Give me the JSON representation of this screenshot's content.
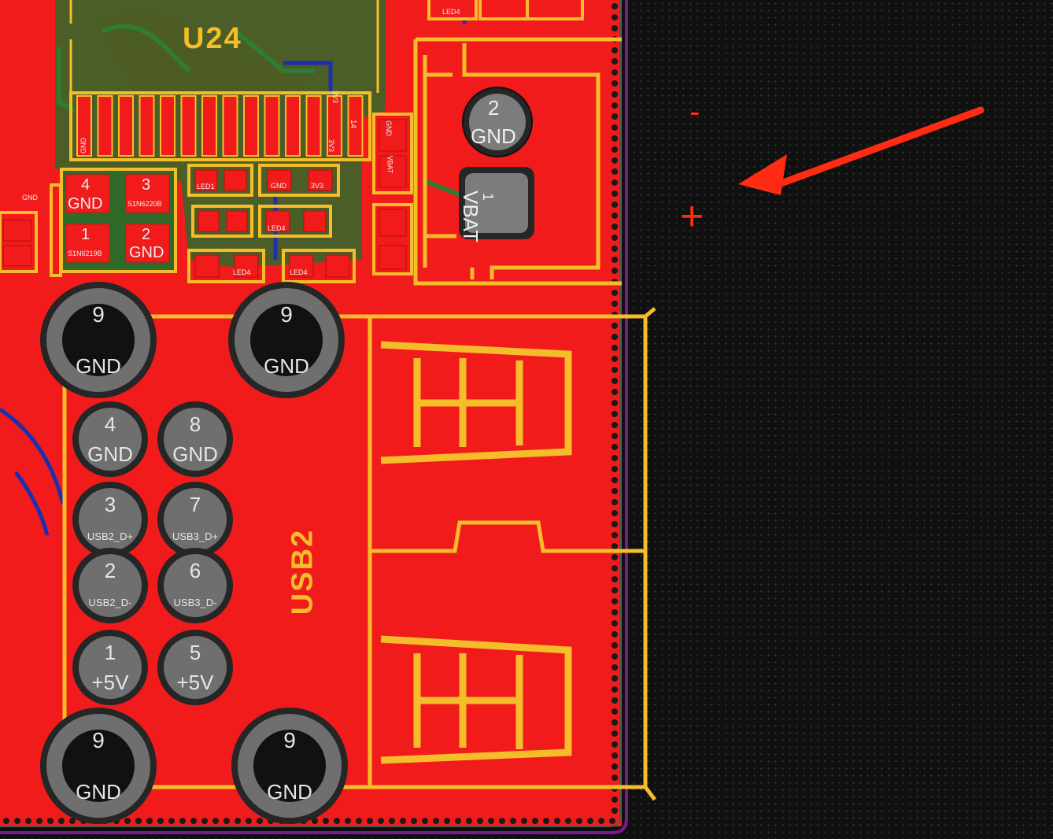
{
  "board": {
    "component_labels": {
      "u24": "U24",
      "usb2": "USB2"
    },
    "battery": {
      "pin2_num": "2",
      "pin2_net": "GND",
      "pin1_net": "VBAT",
      "pin1_num": "1",
      "polarity_minus": "-",
      "polarity_plus": "+"
    },
    "pads_top": [
      {
        "num": "4",
        "net": "GND"
      },
      {
        "num": "3",
        "net": ""
      },
      {
        "num": "1",
        "net": ""
      },
      {
        "num": "2",
        "net": "GND"
      }
    ],
    "part_texts": {
      "diode_a": "S1N6220B",
      "diode_b": "S1N6219B",
      "led1": "LED1",
      "led4a": "LED4",
      "led4b": "LED4",
      "led4c": "LED4",
      "led4d": "LED4",
      "gnd_small": "GND",
      "v3a": "3V3",
      "v3b": "3V3",
      "v3c": "3V3",
      "pin14": "14",
      "vbat_small": "VBAT",
      "gnd_small2": "GND",
      "gnd_small3": "GND",
      "gnd_small4": "GND"
    },
    "usb_pins": [
      {
        "num": "9",
        "net": "GND"
      },
      {
        "num": "9",
        "net": "GND"
      },
      {
        "num": "4",
        "net": "GND"
      },
      {
        "num": "8",
        "net": "GND"
      },
      {
        "num": "3",
        "net": "USB2_D+"
      },
      {
        "num": "7",
        "net": "USB3_D+"
      },
      {
        "num": "2",
        "net": "USB2_D-"
      },
      {
        "num": "6",
        "net": "USB3_D-"
      },
      {
        "num": "1",
        "net": "+5V"
      },
      {
        "num": "5",
        "net": "+5V"
      },
      {
        "num": "9",
        "net": "GND"
      },
      {
        "num": "9",
        "net": "GND"
      }
    ],
    "colors": {
      "copper": "#f21b1b",
      "silkscreen": "#f6bd2a",
      "pad_gray": "#7c7c7c",
      "annotation_arrow": "#ff2b12",
      "board_edge": "#7a1a8a",
      "background": "#101010"
    }
  }
}
